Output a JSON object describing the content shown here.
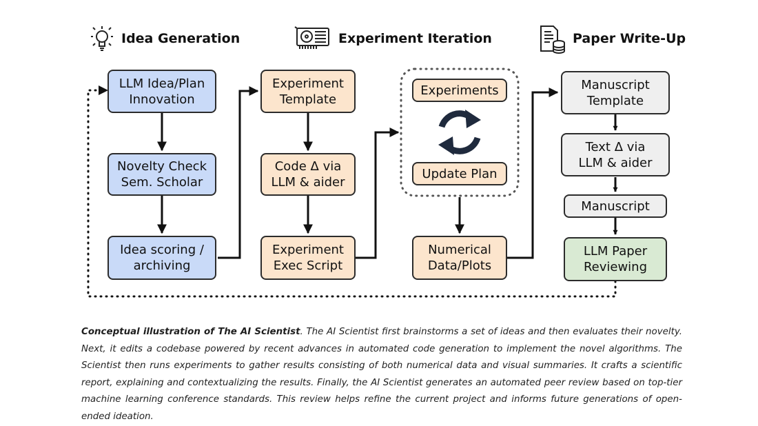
{
  "headers": {
    "idea": "Idea Generation",
    "experiment": "Experiment Iteration",
    "paper": "Paper Write-Up"
  },
  "boxes": {
    "llm_idea": "LLM Idea/Plan\nInnovation",
    "novelty": "Novelty Check\nSem. Scholar",
    "scoring": "Idea scoring /\narchiving",
    "exp_template": "Experiment\nTemplate",
    "code_delta": "Code Δ via\nLLM & aider",
    "exec_script": "Experiment\nExec Script",
    "experiments": "Experiments",
    "update_plan": "Update Plan",
    "numerical": "Numerical\nData/Plots",
    "manuscript_template": "Manuscript\nTemplate",
    "text_delta": "Text Δ via\nLLM & aider",
    "manuscript": "Manuscript",
    "review": "LLM Paper\nReviewing"
  },
  "caption": {
    "title": "Conceptual illustration of The AI Scientist",
    "body": ". The AI Scientist first brainstorms a set of ideas and then evaluates their novelty. Next, it edits a codebase powered by recent advances in automated code generation to implement the novel algorithms. The Scientist then runs experiments to gather results consisting of both numerical data and visual summaries. It crafts a scientific report, explaining and contextualizing the results. Finally, the AI Scientist generates an automated peer review based on top-tier machine learning conference standards. This review helps refine the current project and informs future generations of open-ended ideation."
  },
  "colors": {
    "idea_fill": "#c9daf8",
    "experiment_fill": "#fce5cd",
    "paper_fill": "#efefef",
    "review_fill": "#d9ead3",
    "stroke": "#111111",
    "cycle_icon": "#1f2a3d"
  },
  "icons": {
    "idea": "lightbulb-icon",
    "experiment": "gpu-card-icon",
    "paper": "document-database-icon",
    "cycle": "refresh-cycle-icon"
  }
}
